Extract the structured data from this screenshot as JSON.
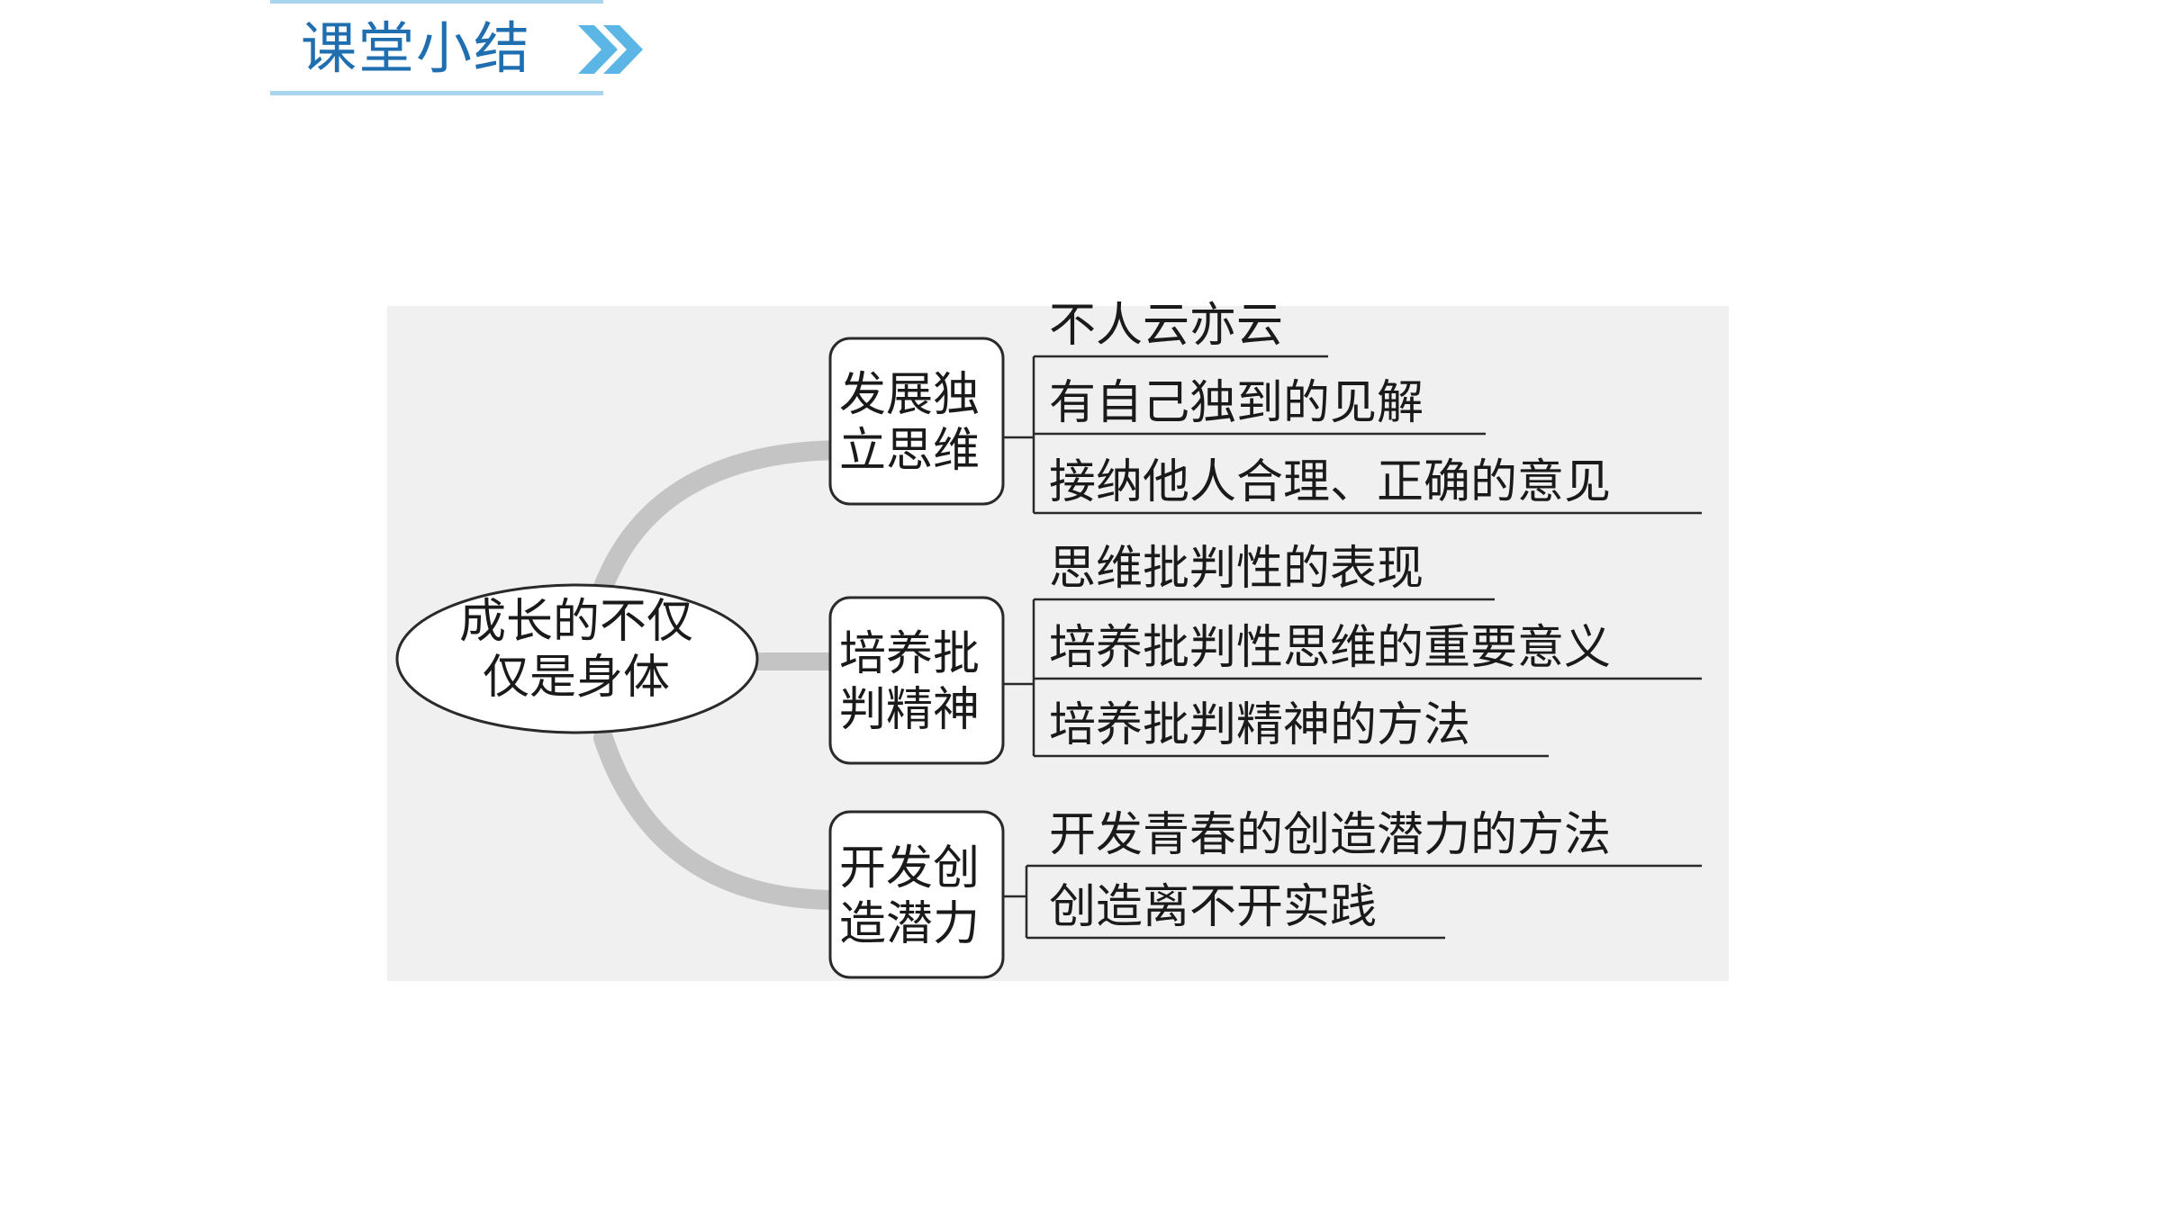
{
  "header": {
    "title": "课堂小结"
  },
  "mindmap": {
    "center": {
      "line1": "成长的不仅",
      "line2": "仅是身体"
    },
    "branches": [
      {
        "line1": "发展独",
        "line2": "立思维",
        "leaves": [
          "不人云亦云",
          "有自己独到的见解",
          "接纳他人合理、正确的意见"
        ]
      },
      {
        "line1": "培养批",
        "line2": "判精神",
        "leaves": [
          "思维批判性的表现",
          "培养批判性思维的重要意义",
          "培养批判精神的方法"
        ]
      },
      {
        "line1": "开发创",
        "line2": "造潜力",
        "leaves": [
          "开发青春的创造潜力的方法",
          "创造离不开实践"
        ]
      }
    ]
  },
  "colors": {
    "header_text": "#1f6fb0",
    "header_line": "#a9d6ee",
    "chevron": "#5bb6e6",
    "diagram_background": "#f0f0f0",
    "curve": "#c4c4c4",
    "outline": "#2a2a2a"
  }
}
